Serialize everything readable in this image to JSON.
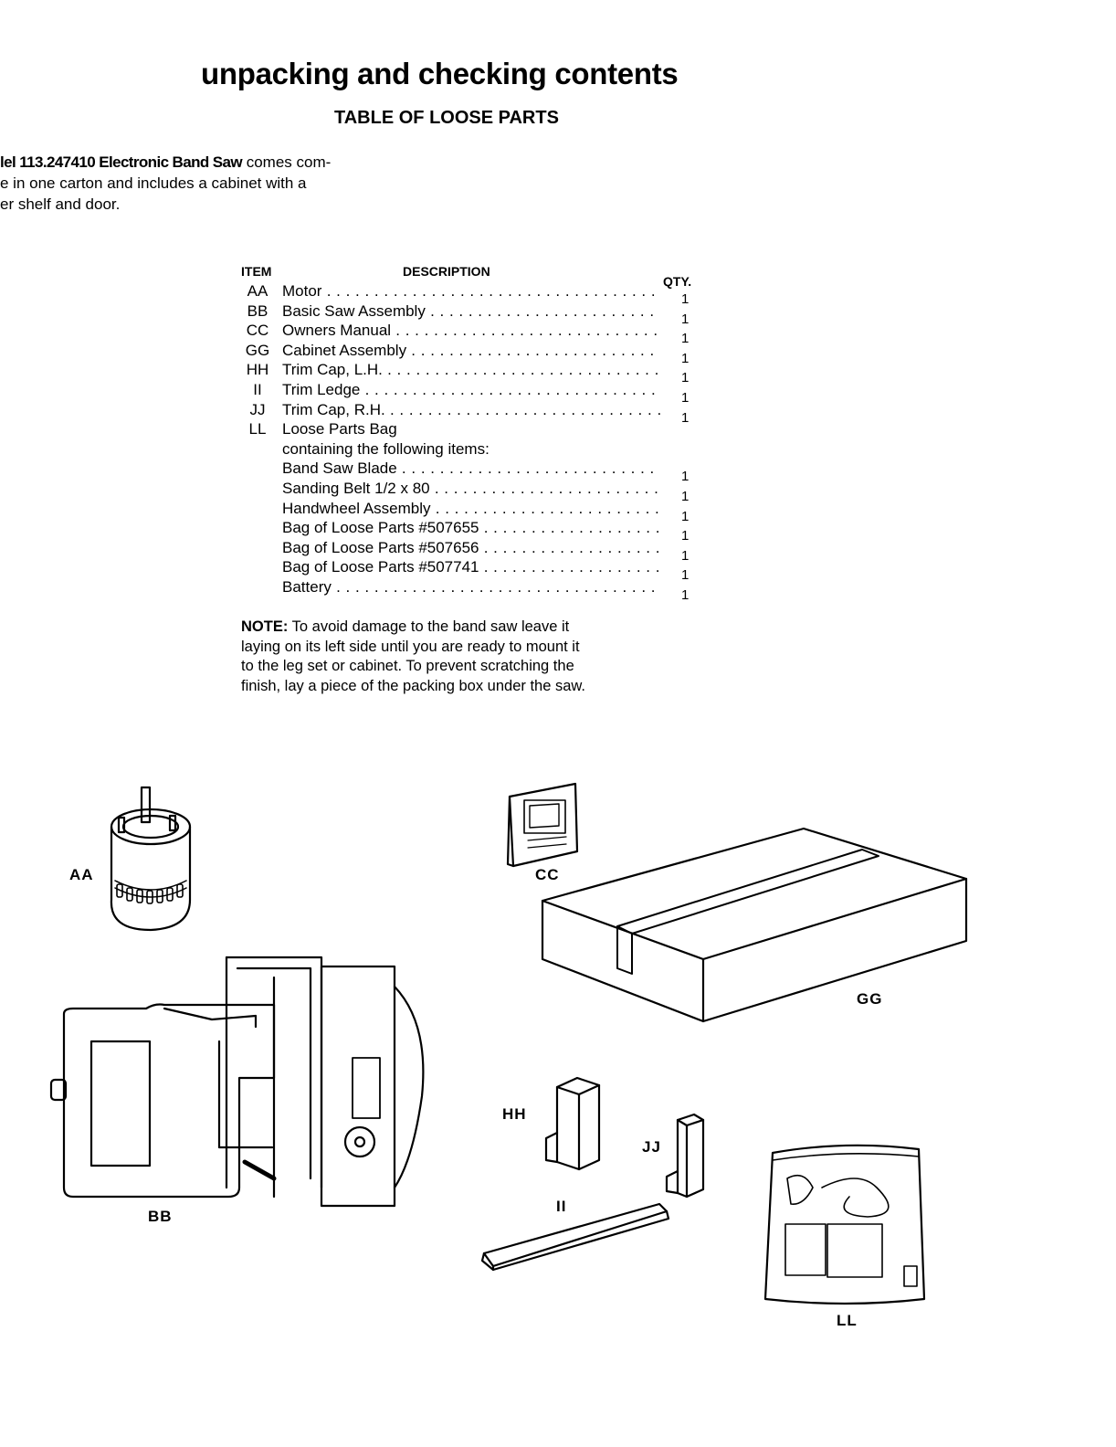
{
  "page": {
    "title": "unpacking and checking contents",
    "subtitle": "TABLE OF LOOSE PARTS"
  },
  "intro": {
    "line1_bold": "lel 113.247410 Electronic Band Saw",
    "line1_rest": " comes com-",
    "line2": "e in one carton and includes a cabinet with a",
    "line3": "er shelf and door."
  },
  "table": {
    "headers": {
      "item": "ITEM",
      "description": "DESCRIPTION",
      "qty": "QTY."
    },
    "rows": [
      {
        "code": "AA",
        "description": "Motor",
        "qty": "1"
      },
      {
        "code": "BB",
        "description": "Basic Saw Assembly",
        "qty": "1"
      },
      {
        "code": "CC",
        "description": "Owners Manual",
        "qty": "1"
      },
      {
        "code": "GG",
        "description": "Cabinet Assembly",
        "qty": "1"
      },
      {
        "code": "HH",
        "description": "Trim Cap, L.H.",
        "qty": "1"
      },
      {
        "code": "II",
        "description": "Trim Ledge",
        "qty": "1"
      },
      {
        "code": "JJ",
        "description": "Trim Cap, R.H.",
        "qty": "1"
      },
      {
        "code": "LL",
        "description": "Loose Parts Bag",
        "qty": ""
      },
      {
        "code": "",
        "description": "containing the following items:",
        "qty": ""
      },
      {
        "code": "",
        "description": "Band Saw Blade",
        "qty": "1"
      },
      {
        "code": "",
        "description": "Sanding Belt 1/2 x 80",
        "qty": "1"
      },
      {
        "code": "",
        "description": "Handwheel Assembly",
        "qty": "1"
      },
      {
        "code": "",
        "description": "Bag of Loose Parts #507655",
        "qty": "1"
      },
      {
        "code": "",
        "description": "Bag of Loose Parts #507656",
        "qty": "1"
      },
      {
        "code": "",
        "description": "Bag of Loose Parts #507741",
        "qty": "1"
      },
      {
        "code": "",
        "description": "Battery",
        "qty": "1"
      }
    ]
  },
  "note": {
    "label": "NOTE:",
    "line1": " To avoid damage to the band saw leave it",
    "line2": "laying on its left side until you are ready to mount it",
    "line3": "to the leg set or cabinet. To prevent scratching the",
    "line4": "finish, lay a piece of the packing box under the saw."
  },
  "illustration_labels": {
    "aa": "AA",
    "bb": "BB",
    "cc": "CC",
    "gg": "GG",
    "hh": "HH",
    "ii": "II",
    "jj": "JJ",
    "ll": "LL"
  }
}
